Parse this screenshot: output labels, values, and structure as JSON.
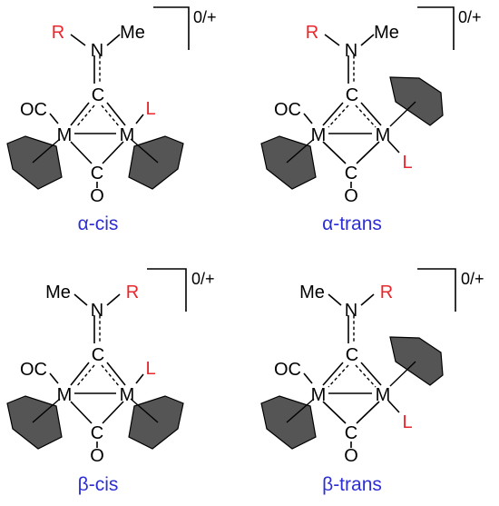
{
  "figure": {
    "atoms": {
      "r": "R",
      "n": "N",
      "me": "Me",
      "c": "C",
      "m": "M",
      "oc": "OC",
      "o": "O",
      "l": "L"
    },
    "charge": "0/+",
    "labels": {
      "alpha_cis": "α-cis",
      "alpha_trans": "α-trans",
      "beta_cis": "β-cis",
      "beta_trans": "β-trans"
    },
    "colors": {
      "substituent": "#e8262b",
      "label": "#2d2fd4",
      "ring_fill": "#555555"
    }
  }
}
